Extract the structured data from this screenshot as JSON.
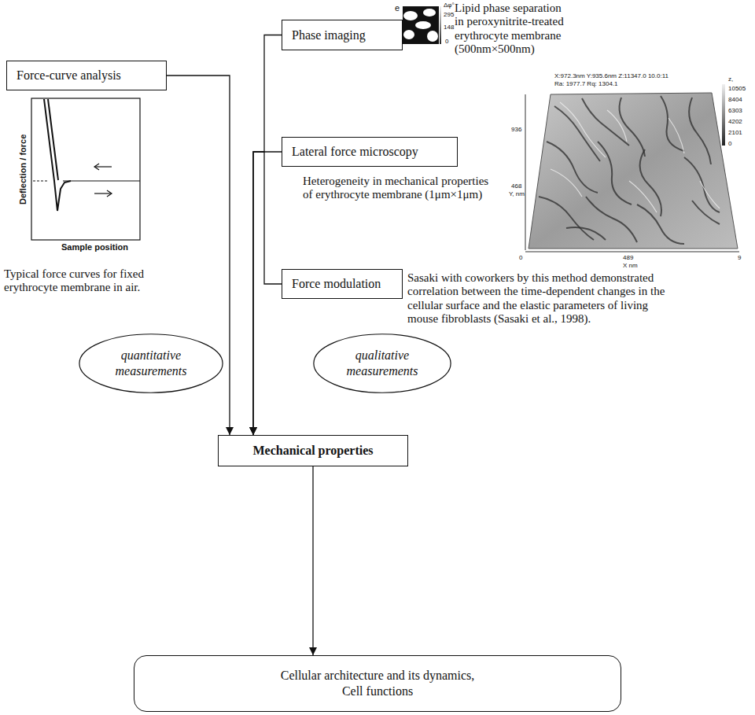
{
  "diagram": {
    "nodes": [
      {
        "text": [
          "Phase imaging"
        ]
      },
      {
        "text": [
          "Force-curve analysis"
        ]
      },
      {
        "text": [
          "Lateral force microscopy"
        ]
      },
      {
        "text": [
          "Force modulation"
        ]
      },
      {
        "text": [
          "quantitative measurements"
        ]
      },
      {
        "text": [
          "qualitative measurements"
        ]
      },
      {
        "text": [
          "Mechanical properties"
        ]
      },
      {
        "text": [
          "Cellular architecture and its dynamics,",
          "Cell functions"
        ]
      }
    ],
    "edges": [
      {
        "from": 1,
        "to": 6,
        "arrow": "to"
      },
      {
        "from": 0,
        "to": 6,
        "arrow": "to"
      },
      {
        "from": 2,
        "to": 6,
        "arrow": "to"
      },
      {
        "from": 3,
        "to": 6,
        "arrow": "to"
      },
      {
        "from": 6,
        "to": 7,
        "arrow": "to"
      }
    ],
    "labels": [
      "Deflection / force",
      "Sample position",
      "Typical force curves for fixed erythrocyte membrane in air.",
      "e",
      "Δφ°",
      "295",
      "148",
      "0",
      "Lipid phase separation in peroxynitrite-treated erythrocyte membrane (500nm×500nm)",
      "X:972.3nm Y:935.6nm Z:11347.0 10.0:11",
      "Ra: 1977.7 Rq: 1304.1",
      "z,",
      "10505",
      "8404",
      "6303",
      "4202",
      "2101",
      "0",
      "936",
      "468",
      "Y, nm",
      "0",
      "489",
      "X nm",
      "9",
      "Heterogeneity in mechanical properties of erythrocyte membrane (1μm×1μm)",
      "Sasaki with coworkers by this method demonstrated correlation between the time-dependent changes in the cellular surface and the elastic parameters of living mouse fibroblasts (Sasaki et al., 1998)."
    ]
  }
}
